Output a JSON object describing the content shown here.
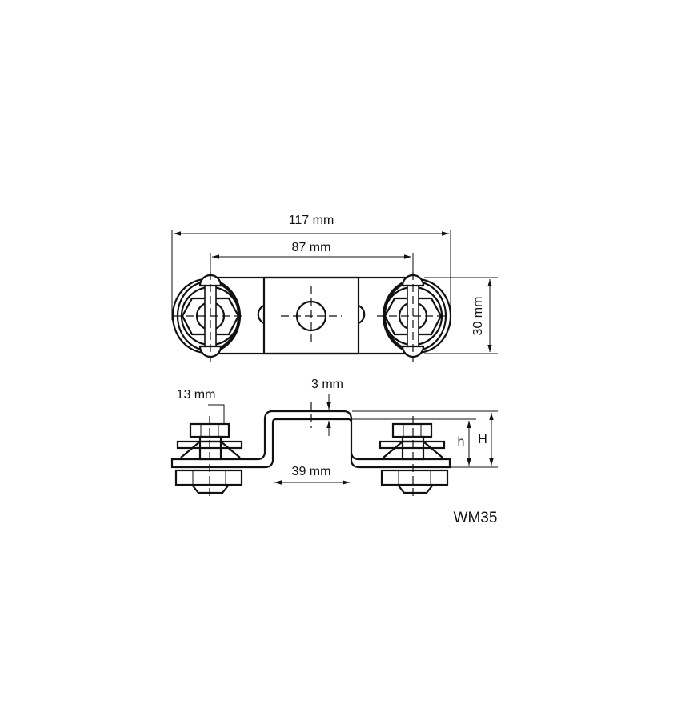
{
  "drawing": {
    "model_code": "WM35",
    "top_view": {
      "dimensions": {
        "overall_length": "117 mm",
        "hole_spacing": "87 mm",
        "width": "30 mm"
      }
    },
    "side_view": {
      "dimensions": {
        "nut_size": "13 mm",
        "thickness": "3 mm",
        "bridge_width": "39 mm",
        "inner_height": "h",
        "total_height": "H"
      }
    }
  }
}
